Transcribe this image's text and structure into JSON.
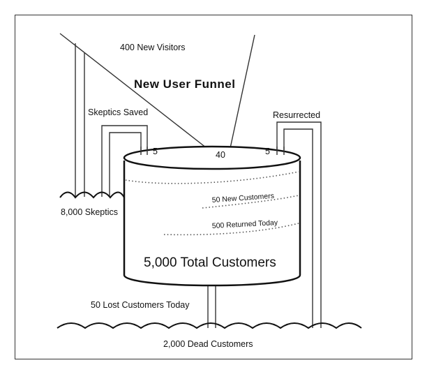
{
  "diagram": {
    "title": "New User Funnel",
    "labels": {
      "new_visitors": "400 New Visitors",
      "skeptics_saved": "Skeptics Saved",
      "resurrected": "Resurrected",
      "skeptics_saved_count": "5",
      "new_visitors_count": "40",
      "resurrected_count": "5",
      "skeptics_pool": "8,000 Skeptics",
      "new_customers": "50 New Customers",
      "returned_today": "500 Returned Today",
      "total_customers": "5,000 Total Customers",
      "lost_customers": "50 Lost Customers Today",
      "dead_customers": "2,000 Dead Customers"
    }
  }
}
